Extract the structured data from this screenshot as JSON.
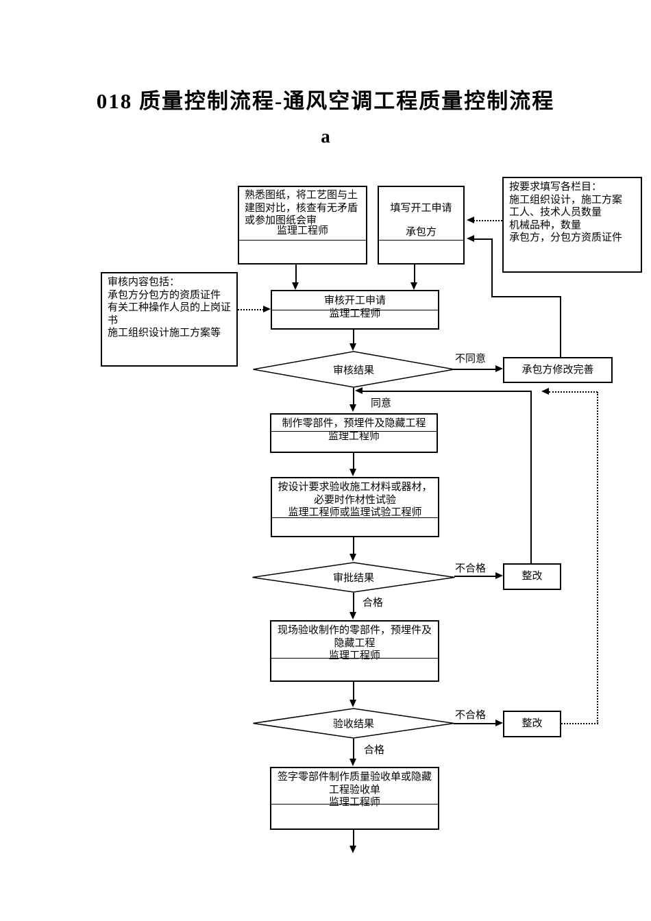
{
  "title": "018 质量控制流程-通风空调工程质量控制流程",
  "subtitle": "a",
  "colors": {
    "line": "#000000",
    "background": "#ffffff",
    "text": "#000000"
  },
  "boxes": {
    "familiarize": {
      "lines": [
        "熟悉图纸，将工艺图与土",
        "建图对比，核查有无矛盾",
        "或参加图纸会审",
        "监理工程师"
      ]
    },
    "apply": {
      "line1": "填写开工申请",
      "line2": "承包方"
    },
    "requirements": {
      "lines": [
        "按要求填写各栏目：",
        "施工组织设计，施工方案",
        "工人、技术人员数量",
        "机械品种，数量",
        "承包方，分包方资质证件"
      ]
    },
    "review_content": {
      "lines": [
        "审核内容包括：",
        "承包方分包方的资质证件",
        "有关工种操作人员的上岗证",
        "书",
        "施工组织设计施工方案等"
      ]
    },
    "review_application": {
      "lines": [
        "审核开工申请",
        "监理工程师"
      ]
    },
    "modify": {
      "label": "承包方修改完善"
    },
    "fabricate": {
      "lines": [
        "制作零部件，预埋件及隐藏工程",
        "监理工程师"
      ]
    },
    "inspect": {
      "lines": [
        "按设计要求验收施工材料或器材，",
        "必要时作材性试验",
        "监理工程师或监理试验工程师"
      ]
    },
    "rectify1": {
      "label": "整改"
    },
    "site": {
      "lines": [
        "现场验收制作的零部件，预埋件及",
        "隐藏工程",
        "监理工程师"
      ]
    },
    "rectify2": {
      "label": "整改"
    },
    "sign": {
      "lines": [
        "签字零部件制作质量验收单或隐藏",
        "工程验收单",
        "监理工程师"
      ]
    }
  },
  "diamonds": {
    "review": "审核结果",
    "approval": "审批结果",
    "acceptance": "验收结果"
  },
  "labels": {
    "disagree": "不同意",
    "agree": "同意",
    "fail1": "不合格",
    "pass1": "合格",
    "fail2": "不合格",
    "pass2": "合格"
  }
}
